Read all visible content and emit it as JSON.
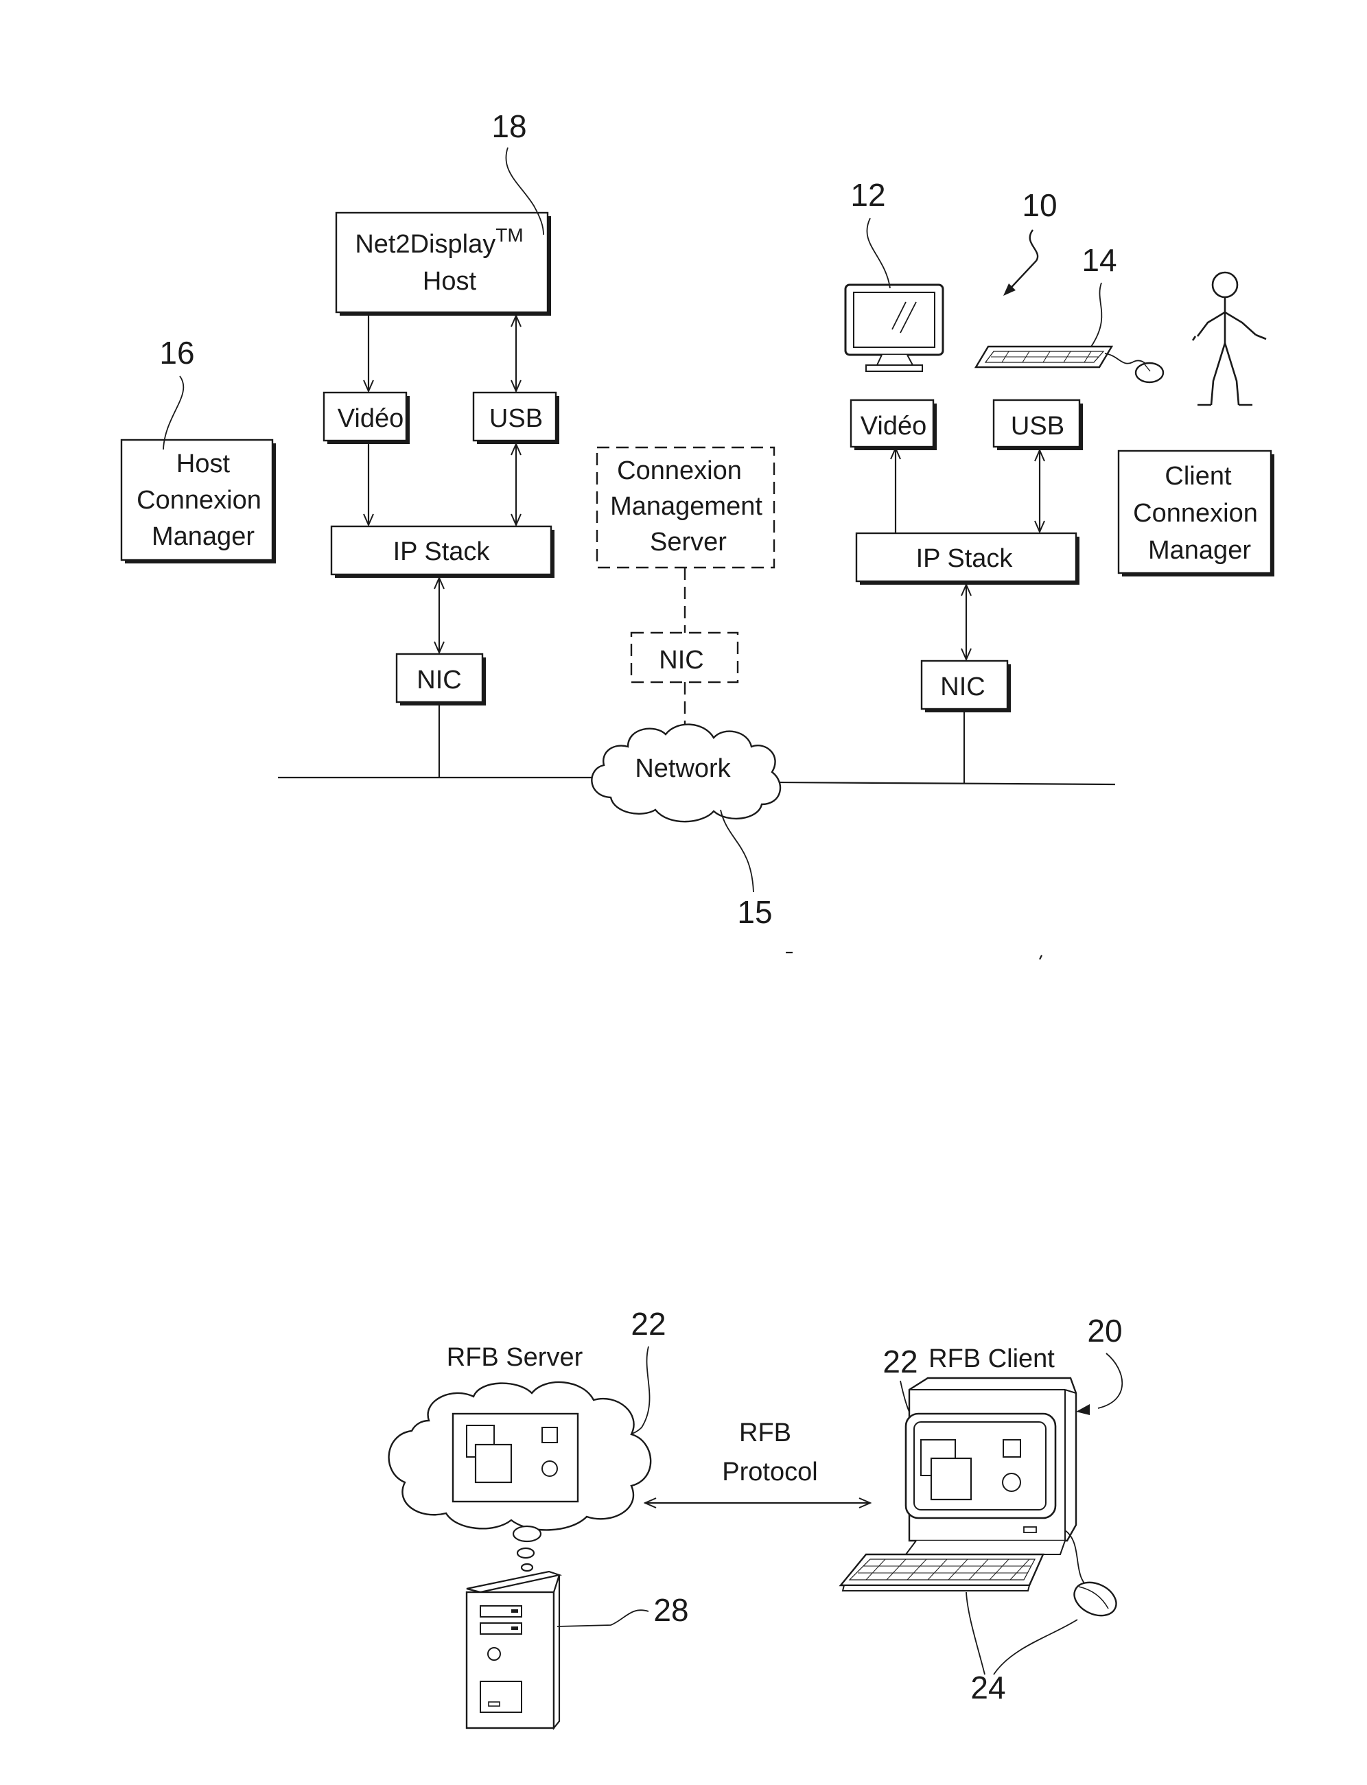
{
  "figure1": {
    "host": {
      "name": "Net2Display",
      "tm": "TM",
      "line2": "Host",
      "ref": "18"
    },
    "host_manager": {
      "line1": "Host",
      "line2": "Connexion",
      "line3": "Manager",
      "ref": "16"
    },
    "host_video": "Vidéo",
    "host_usb": "USB",
    "host_ip_stack": "IP Stack",
    "host_nic": "NIC",
    "cms": {
      "line1": "Connexion",
      "line2": "Management",
      "line3": "Server"
    },
    "cms_nic": "NIC",
    "network": {
      "label": "Network",
      "ref": "15"
    },
    "client_video": "Vidéo",
    "client_usb": "USB",
    "client_ip_stack": "IP Stack",
    "client_nic": "NIC",
    "client_manager": {
      "line1": "Client",
      "line2": "Connexion",
      "line3": "Manager"
    },
    "refs": {
      "monitor": "12",
      "client_station": "10",
      "keyboard": "14"
    }
  },
  "figure2": {
    "server_label": "RFB Server",
    "server_ref": "22",
    "client_label": "RFB Client",
    "client_ref": "20",
    "client_screen_ref": "22",
    "protocol_line1": "RFB",
    "protocol_line2": "Protocol",
    "tower_ref": "28",
    "peripherals_ref": "24"
  }
}
